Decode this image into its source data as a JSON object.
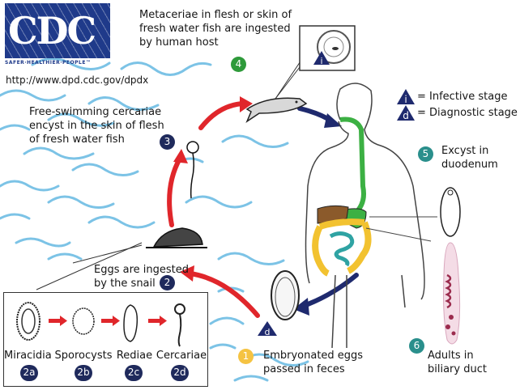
{
  "logo": {
    "text": "CDC",
    "tagline": "SAFER·HEALTHIER·PEOPLE™",
    "brand_color": "#1f3a8a"
  },
  "url": "http://www.dpd.cdc.gov/dpdx",
  "legend": {
    "infective": {
      "symbol": "i",
      "label": "= Infective stage"
    },
    "diagnostic": {
      "symbol": "d",
      "label": "= Diagnostic stage"
    }
  },
  "steps": {
    "s1": {
      "num": "1",
      "text_line1": "Embryonated eggs",
      "text_line2": "passed in feces"
    },
    "s2": {
      "num": "2",
      "text_line1": "Eggs are ingested",
      "text_line2": "by the snail"
    },
    "s3": {
      "num": "3",
      "text_line1": "Free-swimming cercariae",
      "text_line2": "encyst in the skin of flesh",
      "text_line3": "of fresh water fish"
    },
    "s4": {
      "num": "4",
      "text_line1": "Metaceriae in flesh or skin of",
      "text_line2": "fresh water fish are ingested",
      "text_line3": "by human host"
    },
    "s5": {
      "num": "5",
      "text_line1": "Excyst in",
      "text_line2": "duodenum"
    },
    "s6": {
      "num": "6",
      "text_line1": "Adults in",
      "text_line2": "biliary duct"
    }
  },
  "substages": [
    {
      "label": "Miracidia",
      "num": "2a"
    },
    {
      "label": "Sporocysts",
      "num": "2b"
    },
    {
      "label": "Rediae",
      "num": "2c"
    },
    {
      "label": "Cercariae",
      "num": "2d"
    }
  ],
  "colors": {
    "water": "#7cc3e6",
    "red_arrow": "#e0262b",
    "navy_arrow": "#1f2a6e",
    "esophagus": "#3cb043",
    "liver": "#8b5a2b",
    "intestine": "#f2c230",
    "small_intestine": "#2fa3a3"
  }
}
